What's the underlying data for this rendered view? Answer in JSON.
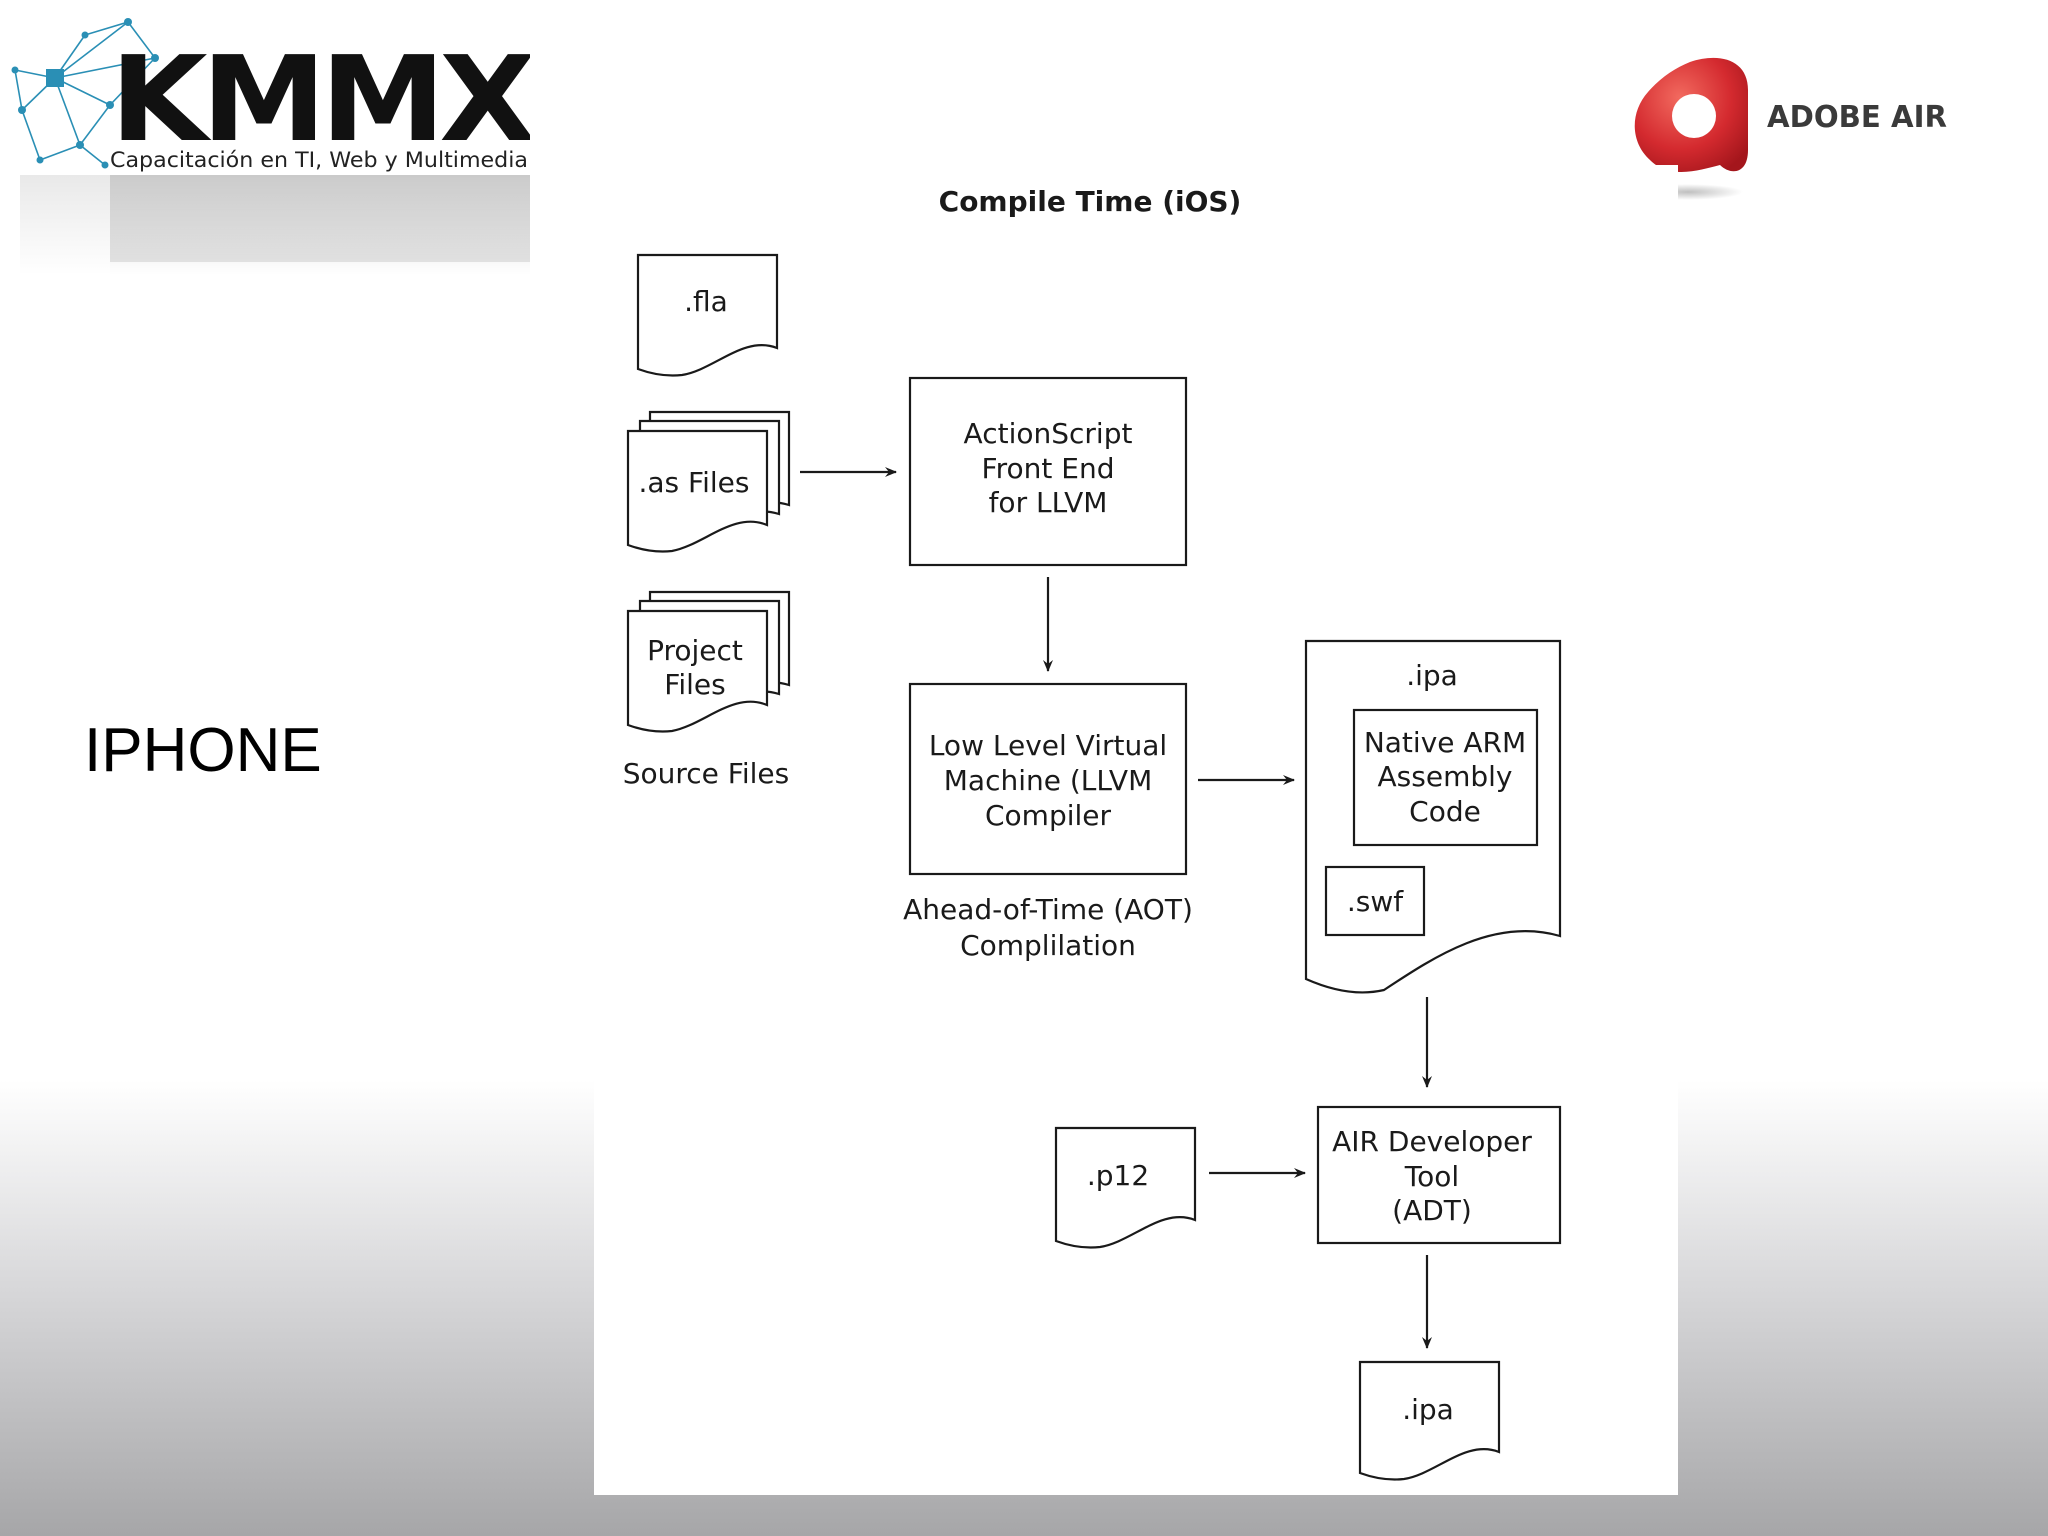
{
  "slide": {
    "title": "IPHONE"
  },
  "logos": {
    "kmmx": {
      "wordmark": "KMMX",
      "tagline": "Capacitación en TI, Web y Multimedia",
      "accent_color": "#2a8fb5"
    },
    "adobe_air": {
      "wordmark": "ADOBE AIR",
      "accent_color": "#d42a2f"
    }
  },
  "diagram": {
    "title": "Compile Time (iOS)",
    "source_files": {
      "fla": ".fla",
      "as_files": ".as Files",
      "project_files_line1": "Project",
      "project_files_line2": "Files",
      "caption": "Source Files"
    },
    "actionscript_front_end": {
      "line1": "ActionScript",
      "line2": "Front End",
      "line3": "for LLVM"
    },
    "llvm_compiler": {
      "line1": "Low Level Virtual",
      "line2": "Machine (LLVM",
      "line3": "Compiler"
    },
    "aot_caption": {
      "line1": "Ahead-of-Time (AOT)",
      "line2": "Complilation"
    },
    "ipa_package": {
      "label": ".ipa",
      "native_line1": "Native ARM",
      "native_line2": "Assembly",
      "native_line3": "Code",
      "swf": ".swf"
    },
    "p12": ".p12",
    "adt": {
      "line1": "AIR Developer",
      "line2": "Tool",
      "line3": "(ADT)"
    },
    "output_ipa": ".ipa"
  }
}
